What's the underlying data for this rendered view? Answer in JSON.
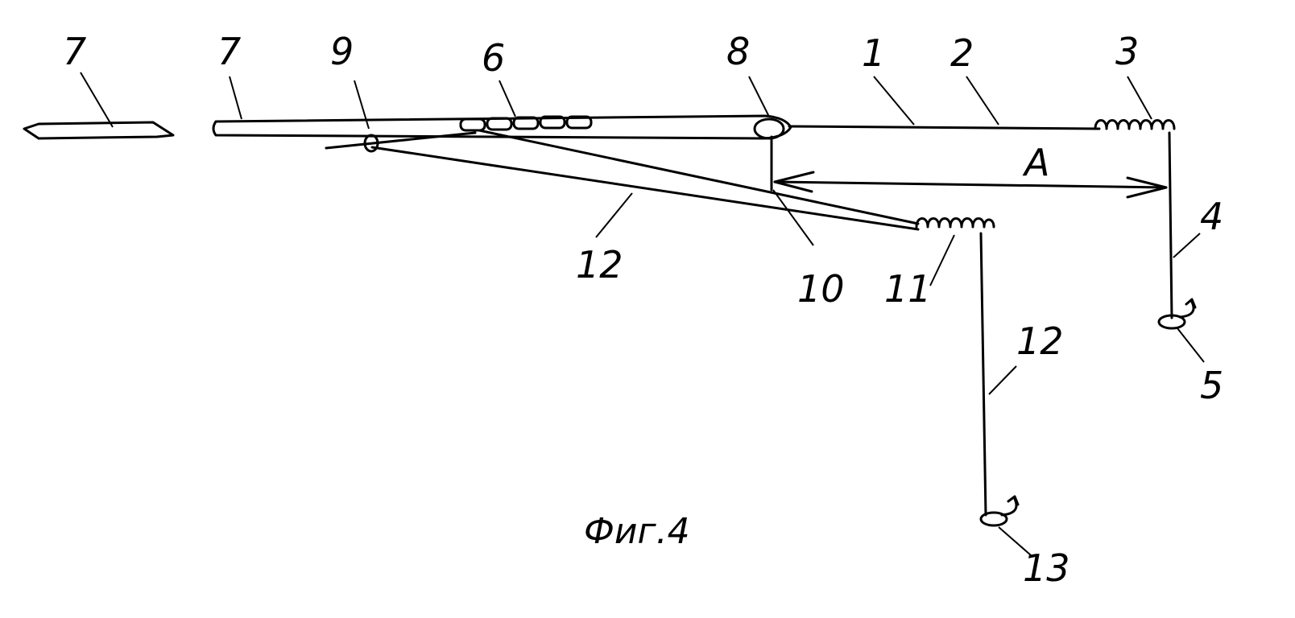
{
  "figure": {
    "caption": "Фиг.4",
    "labels": {
      "blade": "7",
      "rod": "7",
      "knot": "9",
      "winding": "6",
      "loop": "8",
      "line_main": "1",
      "line_upper": "2",
      "coil_upper": "3",
      "leader_upper": "4",
      "hook_upper": "5",
      "distance": "A",
      "stop": "10",
      "coil_lower": "11",
      "line_lower": "12",
      "leader_lower": "12",
      "hook_lower": "13"
    }
  }
}
